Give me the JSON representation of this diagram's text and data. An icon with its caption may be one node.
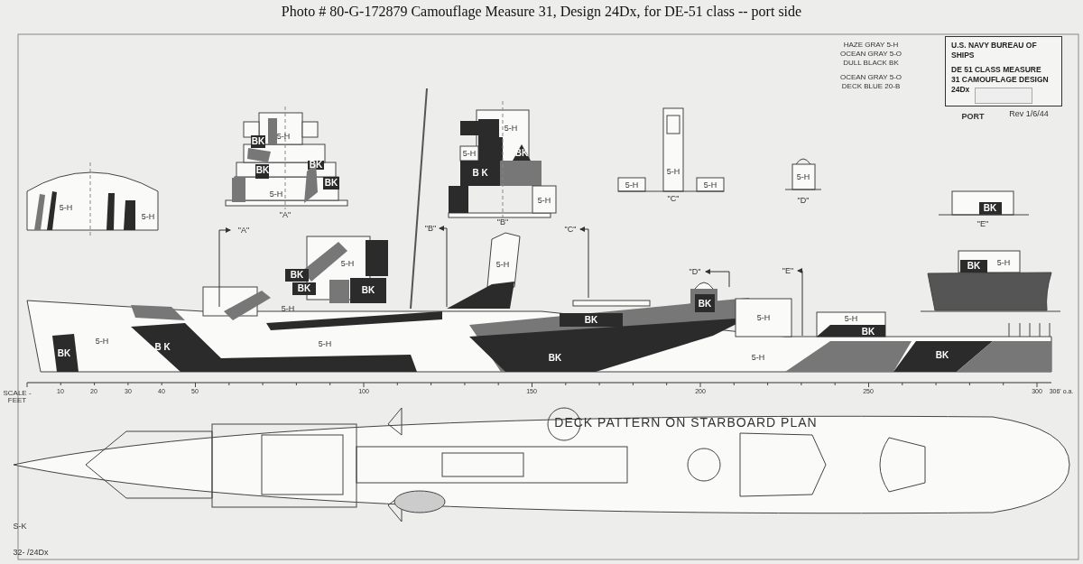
{
  "diagram": {
    "title": "Photo # 80-G-172879     Camouflage Measure 31, Design 24Dx, for DE-51 class -- port side",
    "nodes": [
      {
        "text": [
          "U.S. NAVY  BUREAU OF SHIPS",
          "DE 51 CLASS MEASURE 31 CAMOUFLAGE DESIGN 24Dx"
        ],
        "beside": [
          "Rev 1/6/44",
          "PORT"
        ]
      }
    ],
    "labels": [
      "HAZE GRAY 5-H",
      "OCEAN GRAY 5-O",
      "DULL BLACK BK",
      "OCEAN GRAY 5-O",
      "DECK BLUE 20-B",
      "5-H",
      "5-H",
      "BK",
      "5-H",
      "BK",
      "BK",
      "BK",
      "5-H",
      "5-H",
      "5-H",
      "BK",
      "B K",
      "5-H",
      "5-H",
      "5-H",
      "5-H",
      "5-H",
      "BK",
      "\"A\"",
      "\"B\"",
      "\"C\"",
      "\"D\"",
      "\"E\"",
      "\"A\"",
      "\"B\"",
      "\"C\"",
      "\"D\"",
      "\"E\"",
      "5-H",
      "5-H",
      "BK",
      "5-H",
      "BK",
      "BK",
      "BK",
      "5-H",
      "BK",
      "5-H",
      "BK",
      "5-H",
      "BK",
      "5-H",
      "5-H",
      "BK",
      "B K",
      "BK",
      "5-H",
      "BK",
      "SCALE - FEET",
      "10",
      "20",
      "30",
      "40",
      "50",
      "100",
      "150",
      "200",
      "250",
      "300",
      "306' o.a.",
      "DECK PATTERN ON STARBOARD PLAN",
      "S-K",
      "32- /24Dx"
    ]
  }
}
